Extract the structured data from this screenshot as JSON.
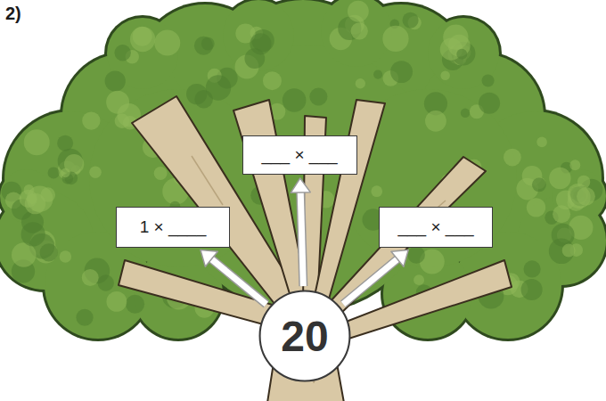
{
  "diagram": {
    "nodes": [
      {
        "text": [
          "1 × ____"
        ]
      },
      {
        "text": [
          "___ × ___"
        ]
      },
      {
        "text": [
          "___ × ___"
        ]
      },
      {
        "text": [
          "20"
        ]
      }
    ],
    "edges": [
      {
        "from": 3,
        "to": 0,
        "arrow": "to"
      },
      {
        "from": 3,
        "to": 1,
        "arrow": "to"
      },
      {
        "from": 3,
        "to": 2,
        "arrow": "to"
      }
    ],
    "labels": [
      "2)"
    ]
  }
}
